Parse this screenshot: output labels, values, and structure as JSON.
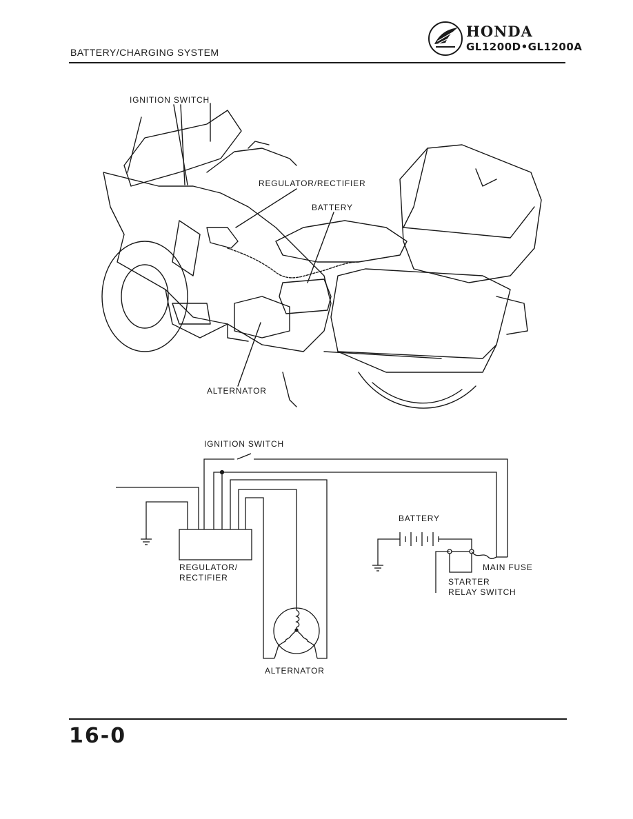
{
  "header": {
    "section_title": "BATTERY/CHARGING SYSTEM",
    "brand": "HONDA",
    "model": "GL1200D•GL1200A"
  },
  "illustration": {
    "labels": {
      "ignition_switch": "IGNITION SWITCH",
      "regulator_rectifier": "REGULATOR/RECTIFIER",
      "battery": "BATTERY",
      "alternator": "ALTERNATOR"
    }
  },
  "schematic": {
    "labels": {
      "ignition_switch": "IGNITION SWITCH",
      "battery": "BATTERY",
      "regulator_line1": "REGULATOR/",
      "regulator_line2": "RECTIFIER",
      "main_fuse": "MAIN FUSE",
      "starter_line1": "STARTER",
      "starter_line2": "RELAY SWITCH",
      "alternator": "ALTERNATOR"
    }
  },
  "footer": {
    "page_number": "16-0"
  }
}
